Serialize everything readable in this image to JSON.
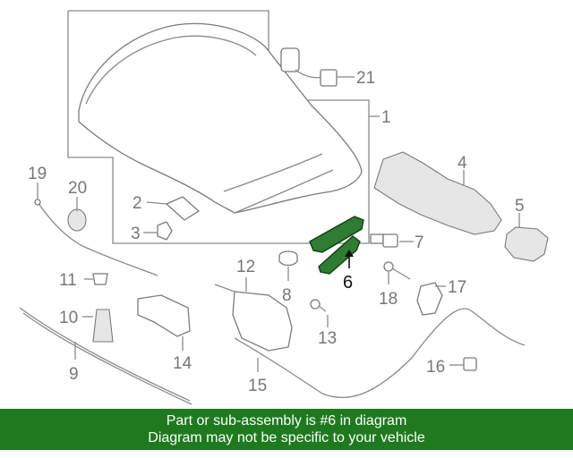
{
  "callouts": {
    "c1": "1",
    "c2": "2",
    "c3": "3",
    "c4": "4",
    "c5": "5",
    "c6": "6",
    "c7": "7",
    "c8": "8",
    "c9": "9",
    "c10": "10",
    "c11": "11",
    "c12": "12",
    "c13": "13",
    "c14": "14",
    "c15": "15",
    "c16": "16",
    "c17": "17",
    "c18": "18",
    "c19": "19",
    "c20": "20",
    "c21": "21"
  },
  "highlight": {
    "part": "6",
    "color": "#2e7d32"
  },
  "banner": {
    "line1": "Part or sub-assembly is #6 in diagram",
    "line2": "Diagram may not be specific to your vehicle",
    "color": "#1f7a1f"
  }
}
